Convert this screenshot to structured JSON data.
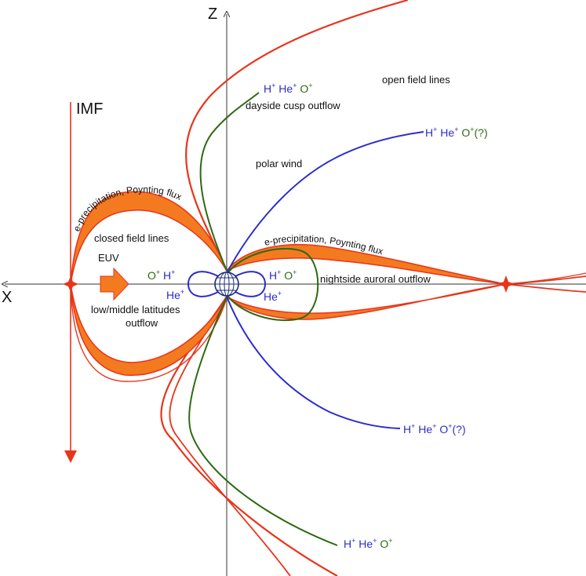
{
  "axes": {
    "x_label": "X",
    "z_label": "Z"
  },
  "labels": {
    "imf": "IMF",
    "open_field_lines": "open field lines",
    "dayside_cusp_outflow": "dayside cusp outflow",
    "polar_wind": "polar wind",
    "closed_field_lines": "closed field lines",
    "euv": "EUV",
    "low_mid_latitudes_outflow_line1": "low/middle latitudes",
    "low_mid_latitudes_outflow_line2": "outflow",
    "nightside_auroral_outflow": "nightside auroral outflow",
    "precip_left": "e-precipitation, Poynting flux",
    "precip_right": "e-precipitation, Poynting flux"
  },
  "ion_labels": {
    "cusp": {
      "h": "H",
      "he": "He",
      "o": "O",
      "plus": "+"
    },
    "open_upper": {
      "h": "H",
      "he": "He",
      "o": "O",
      "plus": "+",
      "suffix": "(?)"
    },
    "open_lower": {
      "h": "H",
      "he": "He",
      "o": "O",
      "plus": "+",
      "suffix": "(?)"
    },
    "cusp_lower": {
      "h": "H",
      "he": "He",
      "o": "O",
      "plus": "+"
    },
    "left_plasmasphere": {
      "o": "O",
      "h": "H",
      "he": "He",
      "plus": "+"
    },
    "right_plasmasphere": {
      "h": "H",
      "o": "O",
      "he": "He",
      "plus": "+"
    }
  },
  "colors": {
    "field_red": "#e8341c",
    "flux_orange": "#f47a20",
    "cusp_green": "#2d6a12",
    "polar_blue": "#2c2ccc",
    "ion_green": "#2d6a12",
    "ion_blue": "#2c2ccc",
    "axis": "#333333"
  }
}
